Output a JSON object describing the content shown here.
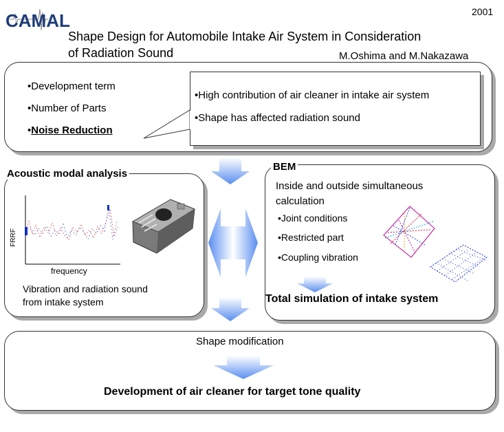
{
  "logo": {
    "text": "CAMAL"
  },
  "year": "2001",
  "title": {
    "line1": "Shape Design for Automobile Intake Air System in Consideration",
    "line2": "of Radiation Sound"
  },
  "authors": "M.Oshima and M.Nakazawa",
  "top_box": {
    "items": [
      "•Development term",
      "•Number of Parts"
    ],
    "noise_bullet": "•",
    "noise_label": "Noise Reduction"
  },
  "callout": {
    "items": [
      "•High contribution of air cleaner in intake air system",
      "•Shape has affected radiation sound"
    ]
  },
  "acoustic": {
    "heading": "Acoustic modal analysis",
    "ylabel": "FRRF",
    "xlabel": "frequency",
    "caption_line1": "Vibration and radiation sound",
    "caption_line2": "from intake system"
  },
  "bem": {
    "heading": "BEM",
    "line1": "Inside and outside simultaneous",
    "line2": "calculation",
    "items": [
      "•Joint conditions",
      "•Restricted part",
      "•Coupling vibration"
    ],
    "result": "Total simulation of intake system"
  },
  "bottom": {
    "label": "Shape modification",
    "result": "Development of air cleaner for target tone quality"
  },
  "colors": {
    "arrow_light": "#ffffff",
    "arrow_dark": "#5a8ef0",
    "logo": "#1f3c7a"
  }
}
